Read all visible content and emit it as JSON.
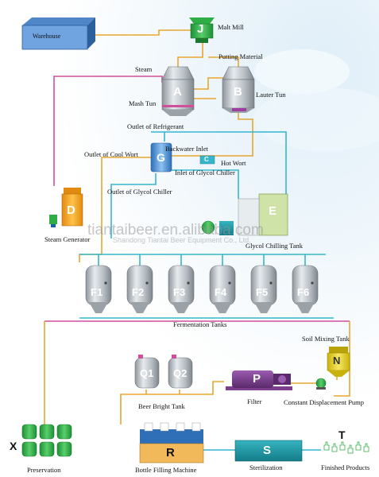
{
  "colors": {
    "pipe_orange": "#e8a62e",
    "pipe_cyan": "#35b6cf",
    "pipe_magenta": "#cf4f9c",
    "tank_silver": "#bfc6cc",
    "green_unit": "#2fae45",
    "orange_unit": "#f2a21c",
    "purple_unit": "#7b3f8e",
    "teal_unit": "#1e9aa6",
    "blue_unit": "#4a90d6",
    "yellow_unit": "#e8d422"
  },
  "equipment": {
    "warehouse": "Warehouse",
    "malt_mill": {
      "letter": "J",
      "label": "Malt Mill"
    },
    "putting_material": "Putting Material",
    "steam": "Steam",
    "mash_tun": {
      "letter": "A",
      "label": "Mash Tun"
    },
    "lauter_tun": {
      "letter": "B",
      "label": "Lauter Tun"
    },
    "outlet_refrigerant": "Outlet of Refrigerant",
    "outlet_cool_wort": "Outlet of Cool Wort",
    "backwater_inlet": "Backwater Inlet",
    "heat_exchanger": {
      "letter": "G",
      "small_letter": "C"
    },
    "hot_wort": "Hot Wort",
    "inlet_glycol": "Inlet of Glycol Chiller",
    "outlet_glycol": "Outlet of Glycol Chiller",
    "steam_generator": {
      "letter": "D",
      "label": "Steam Generator"
    },
    "glycol_tank": {
      "letter": "E",
      "label": "Glycol Chilling Tank"
    },
    "fermentation": {
      "label": "Fermentation Tanks",
      "tanks": [
        "F1",
        "F2",
        "F3",
        "F4",
        "F5",
        "F6"
      ]
    },
    "soil_mixing": {
      "letter": "N",
      "label": "Soil Mixing Tank"
    },
    "bright_tank": {
      "label": "Beer Bright Tank",
      "tanks": [
        "Q1",
        "Q2"
      ]
    },
    "filter": {
      "letter": "P",
      "label": "Filter"
    },
    "pump": "Constant Displacement Pump",
    "preservation": {
      "letter": "X",
      "label": "Preservation"
    },
    "bottle_filling": {
      "letter": "R",
      "label": "Bottle Filling Machine"
    },
    "sterilization": {
      "letter": "S",
      "label": "Sterilization"
    },
    "finished_products": {
      "letter": "T",
      "label": "Finished Products"
    }
  },
  "watermark": {
    "main": "tiantaibeer.en.alibaba.com",
    "sub": "Shandong Tiantai Beer Equipment Co., Ltd."
  }
}
